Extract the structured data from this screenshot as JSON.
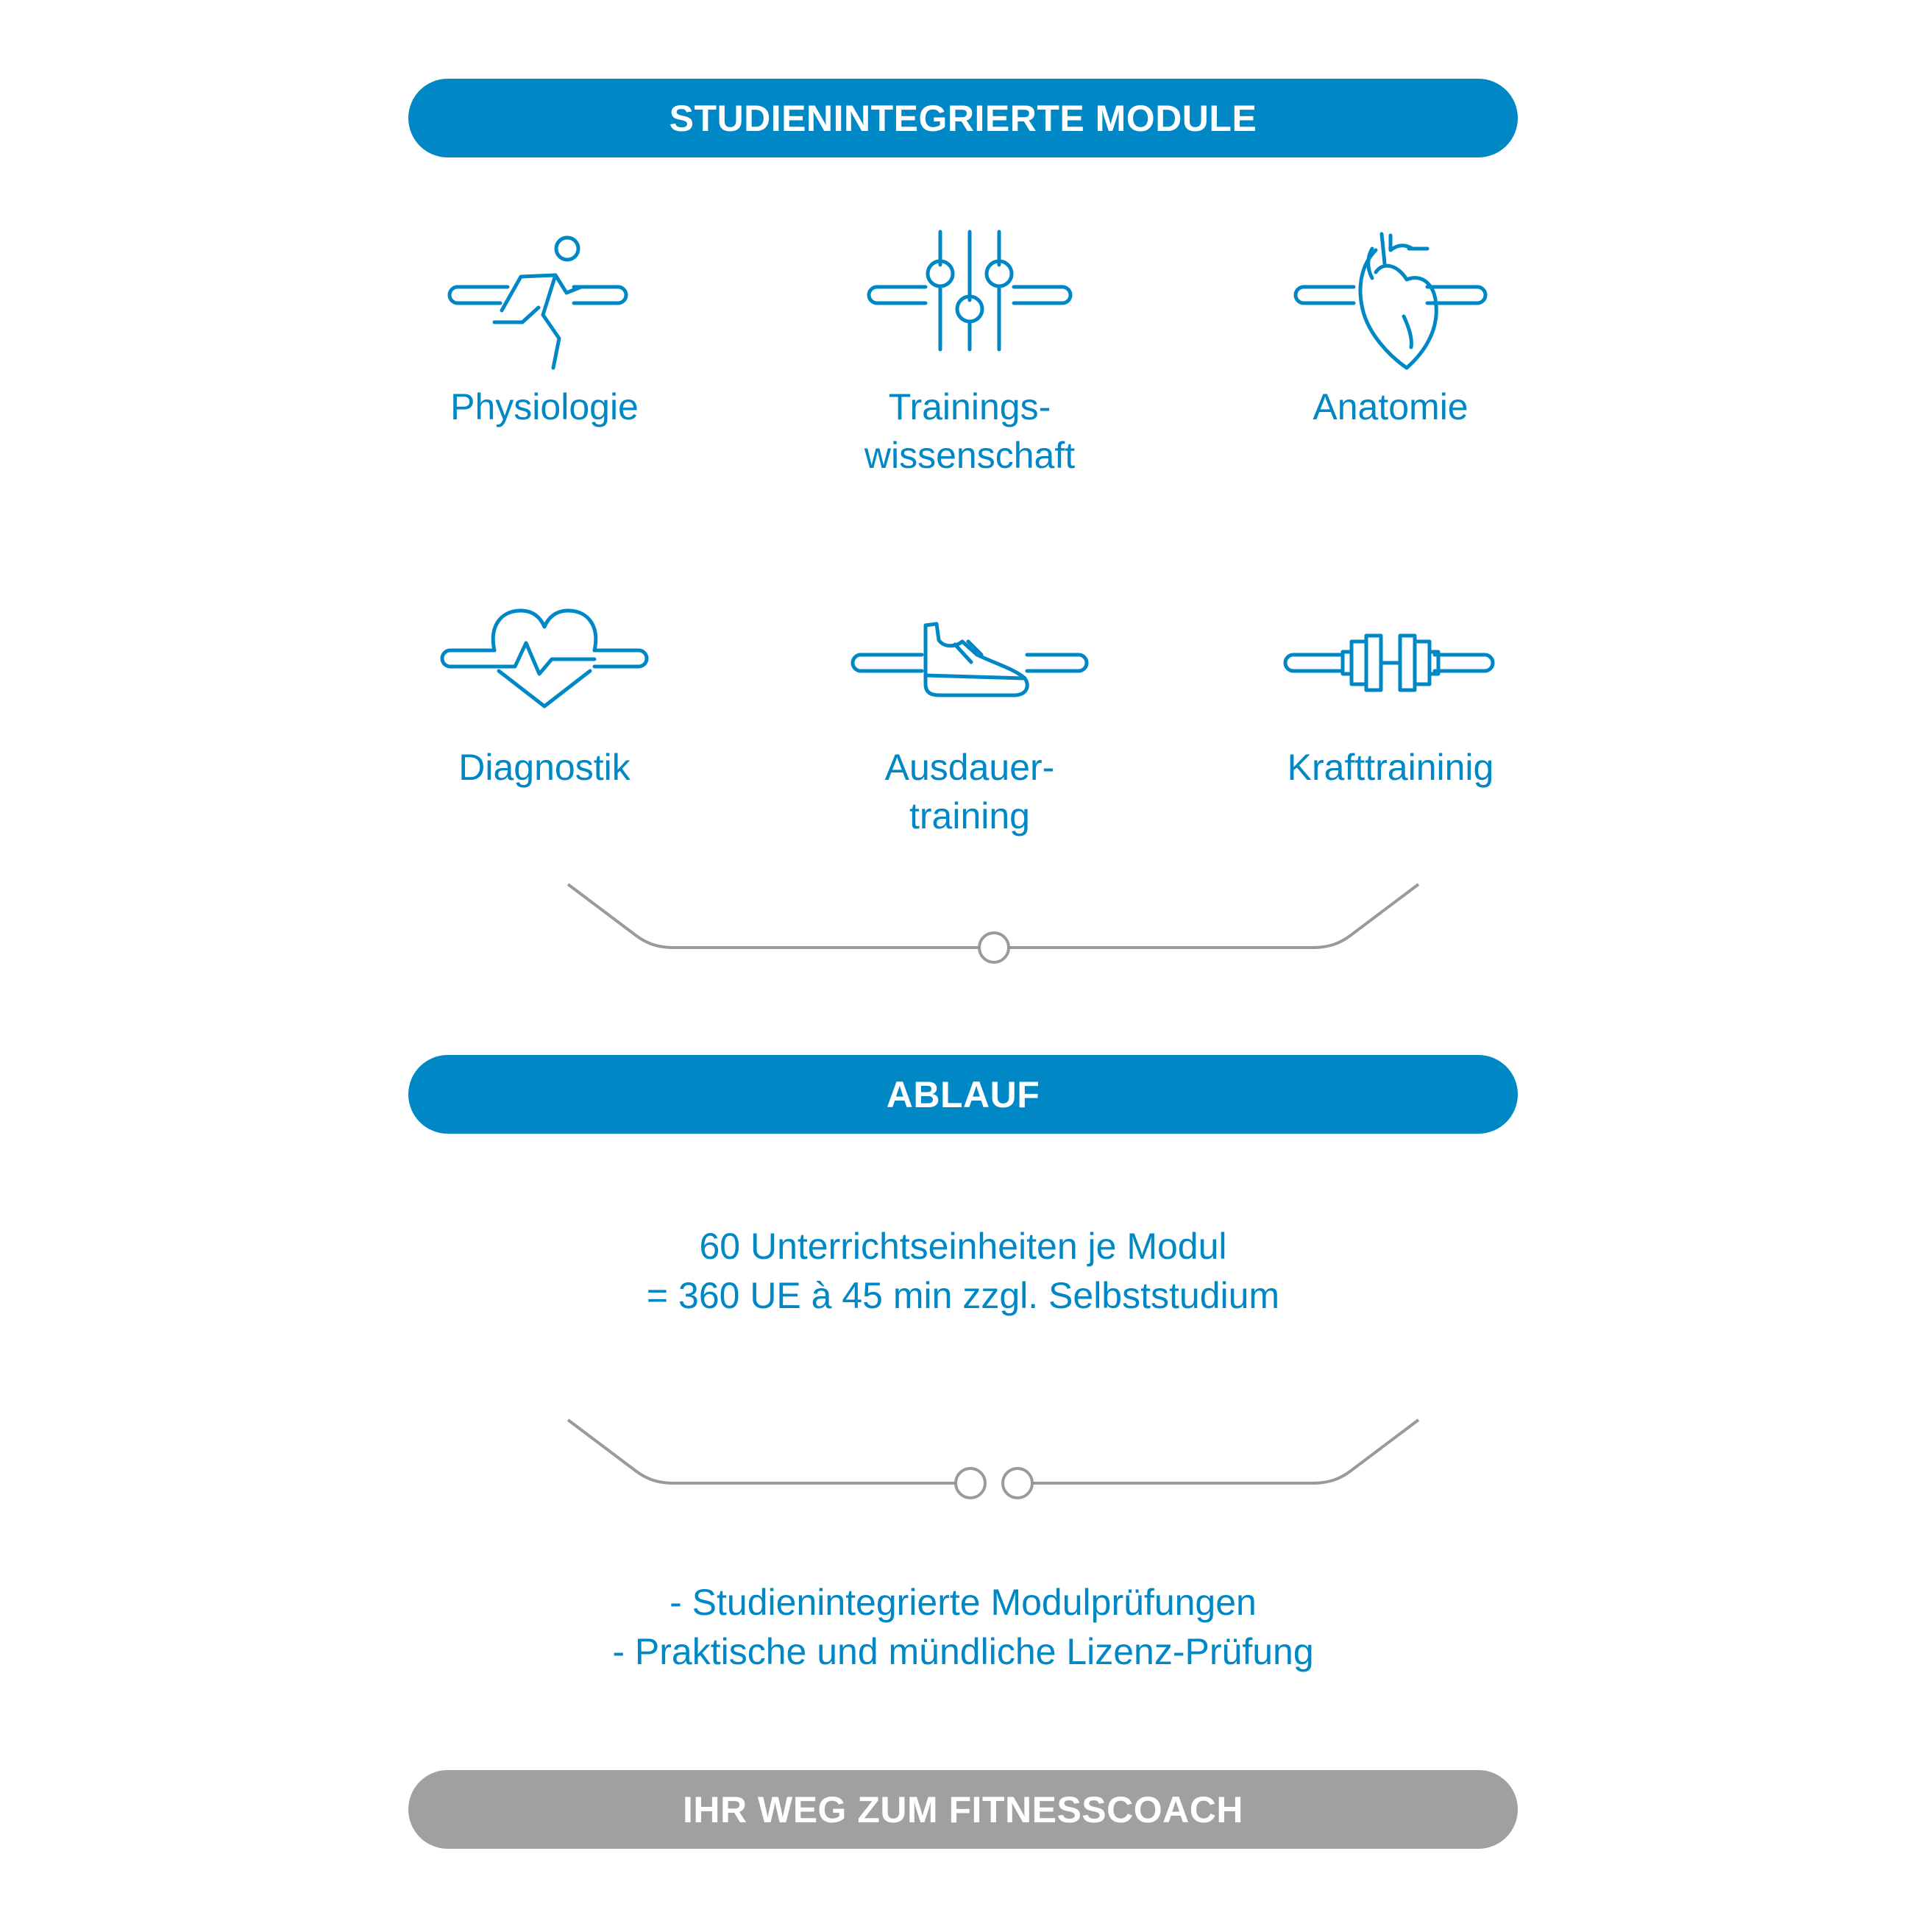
{
  "sections": {
    "modules_banner": "STUDIENINTEGRIERTE MODULE",
    "ablauf_banner": "ABLAUF",
    "weg_banner": "IHR WEG ZUM FITNESSCOACH"
  },
  "modules": [
    {
      "lines": [
        "Physiologie"
      ],
      "icon": "running-person-icon"
    },
    {
      "lines": [
        "Trainings-",
        "wissenschaft"
      ],
      "icon": "sliders-icon"
    },
    {
      "lines": [
        "Anatomie"
      ],
      "icon": "heart-organ-icon"
    },
    {
      "lines": [
        "Diagnostik"
      ],
      "icon": "heartbeat-icon"
    },
    {
      "lines": [
        "Ausdauer-",
        "training"
      ],
      "icon": "sneaker-icon"
    },
    {
      "lines": [
        "Krafttraininig"
      ],
      "icon": "dumbbell-icon"
    }
  ],
  "ablauf": {
    "line1": "60 Unterrichtseinheiten je Modul",
    "line2": "= 360 UE à 45 min zzgl. Selbststudium"
  },
  "pruefungen": {
    "line1": "- Studienintegrierte Modulprüfungen",
    "line2": "- Praktische und mündliche Lizenz-Prüfung"
  },
  "colors": {
    "accent": "#0088c6",
    "neutral": "#a0a0a0",
    "connector": "#9a9a9a"
  }
}
